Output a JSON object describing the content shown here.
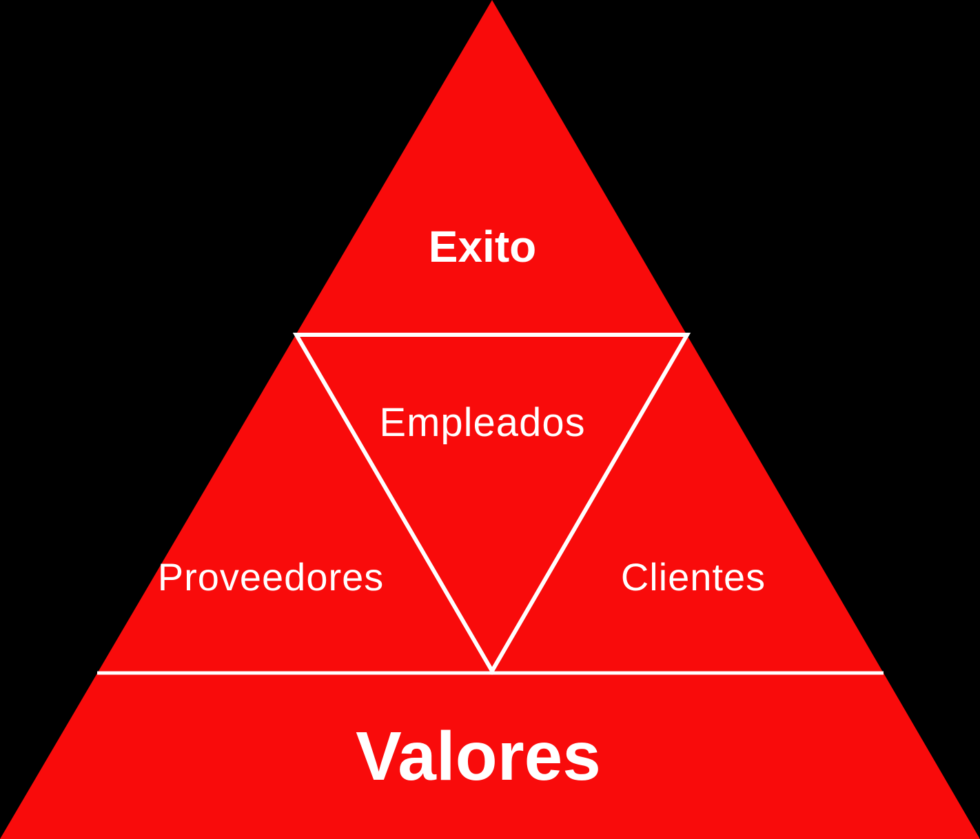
{
  "diagram": {
    "type": "pyramid",
    "background_color": "#000000",
    "pyramid_color": "#F90B0B",
    "line_color": "#FFFFFF",
    "text_color": "#FFFFFF",
    "sections": {
      "top": {
        "label": "Exito"
      },
      "center": {
        "label": "Empleados"
      },
      "left": {
        "label": "Proveedores"
      },
      "right": {
        "label": "Clientes"
      },
      "bottom": {
        "label": "Valores"
      }
    }
  }
}
